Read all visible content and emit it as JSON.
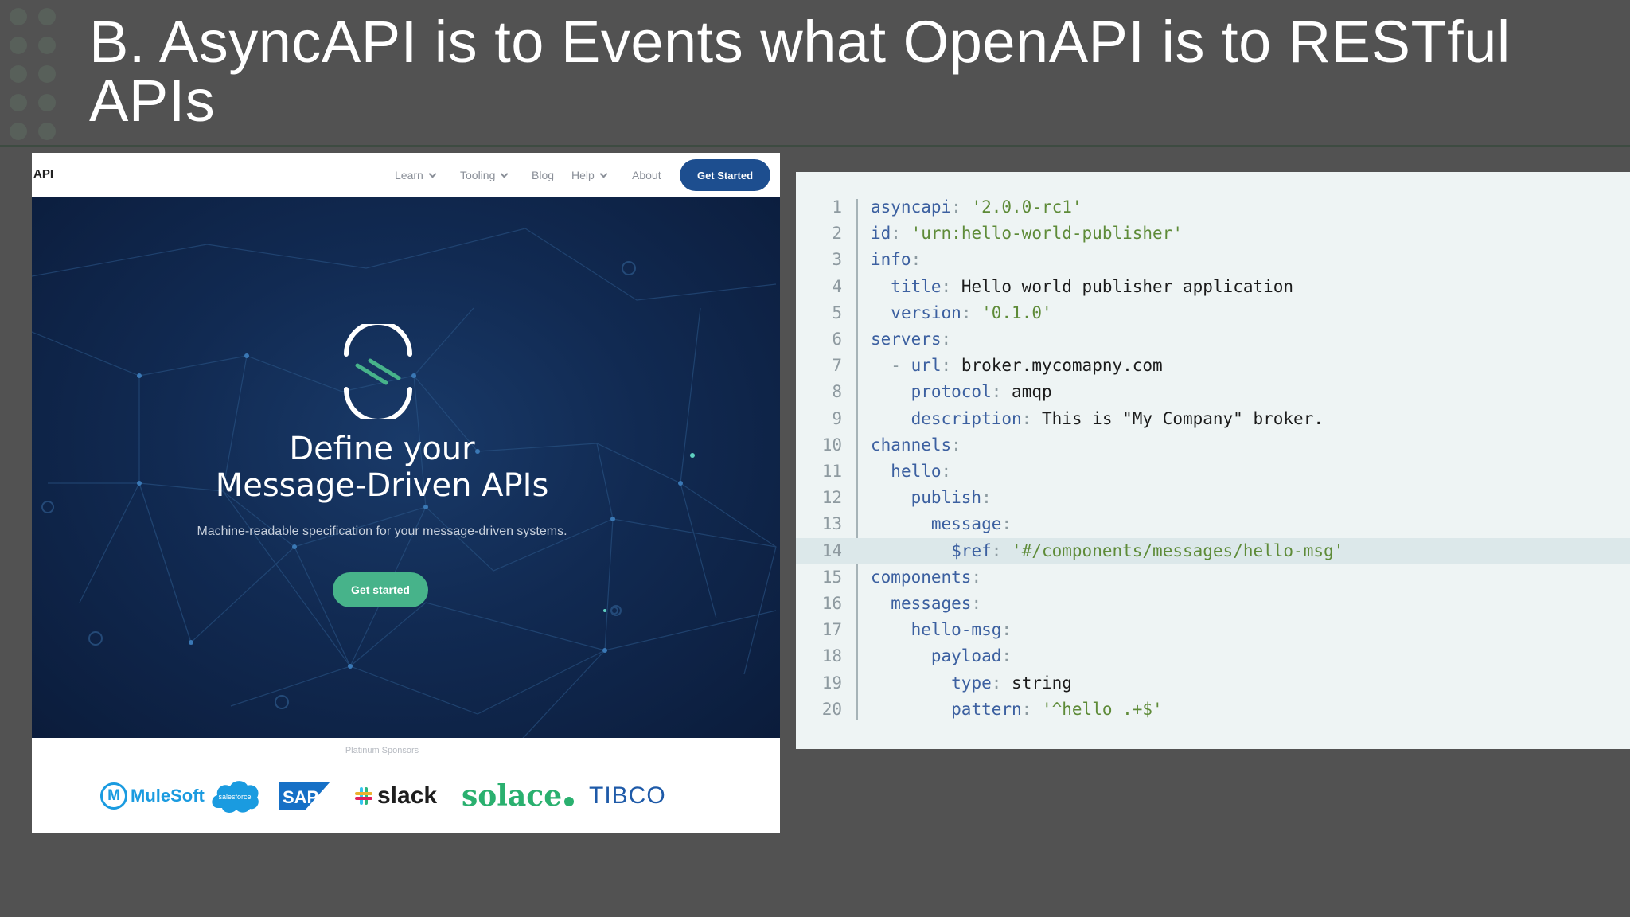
{
  "slide": {
    "title": "B. AsyncAPI is to Events what OpenAPI is to RESTful APIs"
  },
  "website": {
    "logo": "API",
    "nav": {
      "learn": "Learn",
      "tooling": "Tooling",
      "blog": "Blog",
      "help": "Help",
      "about": "About",
      "cta": "Get Started"
    },
    "hero": {
      "headline_line1": "Define your",
      "headline_line2": "Message-Driven APIs",
      "subtitle": "Machine-readable specification for your message-driven systems.",
      "button": "Get started"
    },
    "sponsors": {
      "label": "Platinum Sponsors",
      "logos": [
        "MuleSoft",
        "salesforce",
        "SAP",
        "slack",
        "solace",
        "TIBCO"
      ]
    }
  },
  "code": {
    "highlighted_line": 14,
    "lines": [
      {
        "n": "1",
        "indent": "",
        "dash": "",
        "key": "asyncapi",
        "value": "'2.0.0-rc1'",
        "vtype": "string"
      },
      {
        "n": "2",
        "indent": "",
        "dash": "",
        "key": "id",
        "value": "'urn:hello-world-publisher'",
        "vtype": "string"
      },
      {
        "n": "3",
        "indent": "",
        "dash": "",
        "key": "info",
        "value": "",
        "vtype": "none"
      },
      {
        "n": "4",
        "indent": "  ",
        "dash": "",
        "key": "title",
        "value": "Hello world publisher application",
        "vtype": "plain"
      },
      {
        "n": "5",
        "indent": "  ",
        "dash": "",
        "key": "version",
        "value": "'0.1.0'",
        "vtype": "string"
      },
      {
        "n": "6",
        "indent": "",
        "dash": "",
        "key": "servers",
        "value": "",
        "vtype": "none"
      },
      {
        "n": "7",
        "indent": "  ",
        "dash": "- ",
        "key": "url",
        "value": "broker.mycomapny.com",
        "vtype": "plain"
      },
      {
        "n": "8",
        "indent": "    ",
        "dash": "",
        "key": "protocol",
        "value": "amqp",
        "vtype": "plain"
      },
      {
        "n": "9",
        "indent": "    ",
        "dash": "",
        "key": "description",
        "value": "This is \"My Company\" broker.",
        "vtype": "plain"
      },
      {
        "n": "10",
        "indent": "",
        "dash": "",
        "key": "channels",
        "value": "",
        "vtype": "none"
      },
      {
        "n": "11",
        "indent": "  ",
        "dash": "",
        "key": "hello",
        "value": "",
        "vtype": "none"
      },
      {
        "n": "12",
        "indent": "    ",
        "dash": "",
        "key": "publish",
        "value": "",
        "vtype": "none"
      },
      {
        "n": "13",
        "indent": "      ",
        "dash": "",
        "key": "message",
        "value": "",
        "vtype": "none"
      },
      {
        "n": "14",
        "indent": "        ",
        "dash": "",
        "key": "$ref",
        "value": "'#/components/messages/hello-msg'",
        "vtype": "string"
      },
      {
        "n": "15",
        "indent": "",
        "dash": "",
        "key": "components",
        "value": "",
        "vtype": "none"
      },
      {
        "n": "16",
        "indent": "  ",
        "dash": "",
        "key": "messages",
        "value": "",
        "vtype": "none"
      },
      {
        "n": "17",
        "indent": "    ",
        "dash": "",
        "key": "hello-msg",
        "value": "",
        "vtype": "none"
      },
      {
        "n": "18",
        "indent": "      ",
        "dash": "",
        "key": "payload",
        "value": "",
        "vtype": "none"
      },
      {
        "n": "19",
        "indent": "        ",
        "dash": "",
        "key": "type",
        "value": "string",
        "vtype": "plain"
      },
      {
        "n": "20",
        "indent": "        ",
        "dash": "",
        "key": "pattern",
        "value": "'^hello .+$'",
        "vtype": "string"
      }
    ]
  }
}
